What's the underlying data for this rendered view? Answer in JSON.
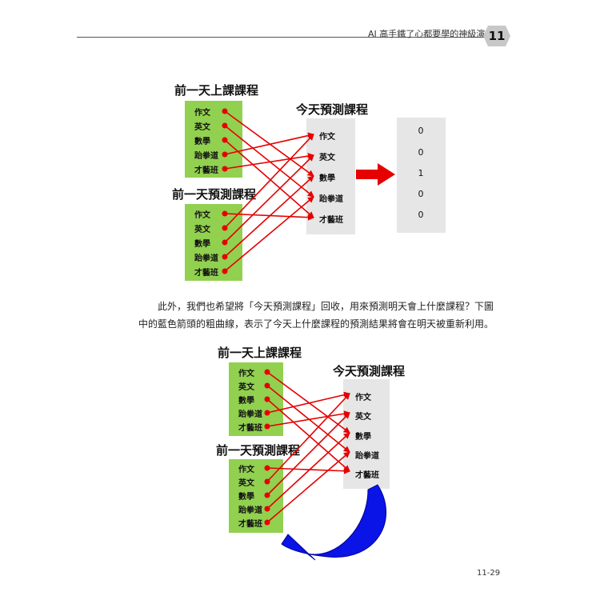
{
  "header": {
    "title": "AI 高手鐵了心都要學的神級演算法",
    "chapter": "11"
  },
  "diagram1": {
    "prev_label": "前一天上課課程",
    "pred_label": "前一天預測課程",
    "today_label": "今天預測課程",
    "prev_items": [
      "作文",
      "英文",
      "數學",
      "跆拳道",
      "才藝班"
    ],
    "pred_items": [
      "作文",
      "英文",
      "數學",
      "跆拳道",
      "才藝班"
    ],
    "today_items": [
      "作文",
      "英文",
      "數學",
      "跆拳道",
      "才藝班"
    ],
    "vector": [
      "0",
      "0",
      "1",
      "0",
      "0"
    ],
    "colors": {
      "green": "#92d050",
      "gray": "#e6e6e6",
      "arrow": "#e60000",
      "dot": "#e60000"
    }
  },
  "paragraph": {
    "line1": "此外，我們也希望將「今天預測課程」回收，用來預測明天會上什麼課程？下圖",
    "line2": "中的藍色箭頭的粗曲線，表示了今天上什麼課程的預測結果將會在明天被重新利用。"
  },
  "diagram2": {
    "prev_label": "前一天上課課程",
    "pred_label": "前一天預測課程",
    "today_label": "今天預測課程",
    "prev_items": [
      "作文",
      "英文",
      "數學",
      "跆拳道",
      "才藝班"
    ],
    "pred_items": [
      "作文",
      "英文",
      "數學",
      "跆拳道",
      "才藝班"
    ],
    "today_items": [
      "作文",
      "英文",
      "數學",
      "跆拳道",
      "才藝班"
    ],
    "colors": {
      "blue_arrow": "#0000ee"
    }
  },
  "footer": {
    "page_number": "11-29"
  }
}
